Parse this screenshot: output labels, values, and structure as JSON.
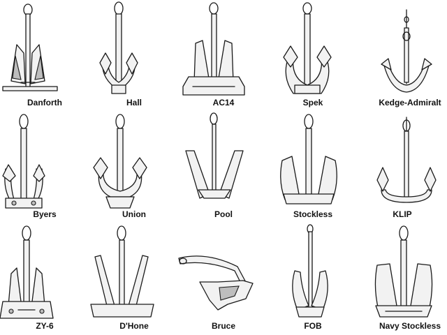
{
  "anchors": [
    {
      "id": "danforth",
      "label": "Danforth"
    },
    {
      "id": "hall",
      "label": "Hall"
    },
    {
      "id": "ac14",
      "label": "AC14"
    },
    {
      "id": "spek",
      "label": "Spek"
    },
    {
      "id": "kedge-admiralty",
      "label": "Kedge-Admiralt"
    },
    {
      "id": "byers",
      "label": "Byers"
    },
    {
      "id": "union",
      "label": "Union"
    },
    {
      "id": "pool",
      "label": "Pool"
    },
    {
      "id": "stockless",
      "label": "Stockless"
    },
    {
      "id": "klip",
      "label": "KLIP"
    },
    {
      "id": "zy-6",
      "label": "ZY-6"
    },
    {
      "id": "dhone",
      "label": "D'Hone"
    },
    {
      "id": "bruce",
      "label": "Bruce"
    },
    {
      "id": "fob",
      "label": "FOB"
    },
    {
      "id": "navy-stockless",
      "label": "Navy Stockless"
    }
  ]
}
